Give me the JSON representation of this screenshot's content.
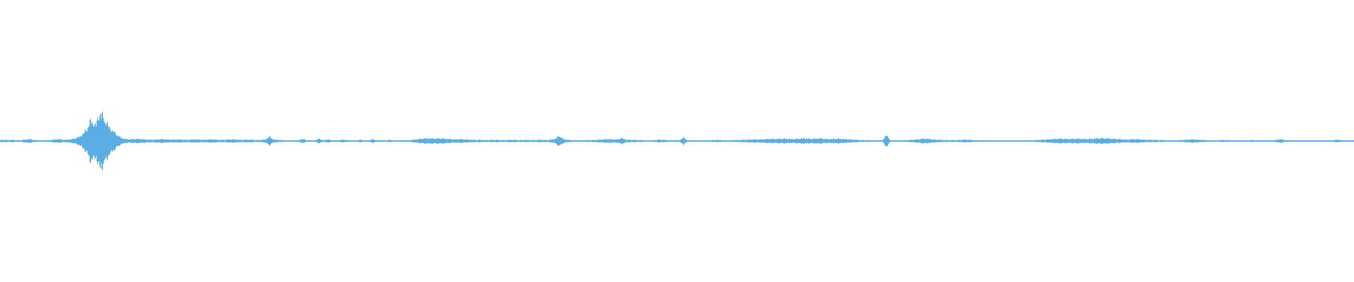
{
  "waveform": {
    "color": "#5aaee3",
    "background": "#ffffff",
    "envelope": [
      0.01,
      0.01,
      0.008,
      0.01,
      0.006,
      0.008,
      0.012,
      0.016,
      0.01,
      0.006,
      0.004,
      0.006,
      0.008,
      0.012,
      0.016,
      0.012,
      0.01,
      0.014,
      0.022,
      0.034,
      0.06,
      0.11,
      0.18,
      0.13,
      0.24,
      0.2,
      0.13,
      0.09,
      0.06,
      0.03,
      0.018,
      0.014,
      0.016,
      0.018,
      0.016,
      0.014,
      0.012,
      0.012,
      0.014,
      0.016,
      0.014,
      0.012,
      0.012,
      0.014,
      0.012,
      0.01,
      0.012,
      0.014,
      0.012,
      0.01,
      0.012,
      0.014,
      0.012,
      0.01,
      0.01,
      0.012,
      0.014,
      0.012,
      0.01,
      0.01,
      0.012,
      0.01,
      0.008,
      0.01,
      0.012,
      0.036,
      0.012,
      0.01,
      0.008,
      0.006,
      0.006,
      0.004,
      0.004,
      0.02,
      0.004,
      0.004,
      0.004,
      0.02,
      0.006,
      0.014,
      0.006,
      0.006,
      0.008,
      0.012,
      0.006,
      0.004,
      0.004,
      0.012,
      0.004,
      0.004,
      0.016,
      0.004,
      0.004,
      0.004,
      0.01,
      0.004,
      0.004,
      0.006,
      0.006,
      0.008,
      0.012,
      0.016,
      0.02,
      0.022,
      0.022,
      0.02,
      0.022,
      0.02,
      0.018,
      0.016,
      0.014,
      0.016,
      0.014,
      0.012,
      0.01,
      0.01,
      0.01,
      0.008,
      0.008,
      0.01,
      0.01,
      0.008,
      0.008,
      0.01,
      0.01,
      0.008,
      0.008,
      0.01,
      0.008,
      0.008,
      0.01,
      0.01,
      0.008,
      0.012,
      0.018,
      0.044,
      0.016,
      0.01,
      0.008,
      0.006,
      0.006,
      0.008,
      0.008,
      0.008,
      0.01,
      0.012,
      0.014,
      0.016,
      0.014,
      0.012,
      0.026,
      0.012,
      0.01,
      0.01,
      0.008,
      0.008,
      0.004,
      0.004,
      0.008,
      0.012,
      0.01,
      0.008,
      0.006,
      0.008,
      0.006,
      0.03,
      0.006,
      0.006,
      0.004,
      0.004,
      0.004,
      0.006,
      0.008,
      0.01,
      0.008,
      0.006,
      0.006,
      0.008,
      0.008,
      0.01,
      0.01,
      0.012,
      0.014,
      0.012,
      0.014,
      0.016,
      0.018,
      0.016,
      0.018,
      0.02,
      0.018,
      0.016,
      0.018,
      0.02,
      0.022,
      0.02,
      0.018,
      0.02,
      0.022,
      0.018,
      0.016,
      0.018,
      0.02,
      0.018,
      0.016,
      0.014,
      0.012,
      0.01,
      0.008,
      0.008,
      0.006,
      0.006,
      0.004,
      0.004,
      0.05,
      0.004,
      0.004,
      0.004,
      0.006,
      0.008,
      0.01,
      0.012,
      0.016,
      0.02,
      0.018,
      0.014,
      0.012,
      0.01,
      0.008,
      0.008,
      0.008,
      0.008,
      0.01,
      0.012,
      0.01,
      0.008,
      0.006,
      0.006,
      0.006,
      0.004,
      0.004,
      0.004,
      0.004,
      0.004,
      0.004,
      0.004,
      0.004,
      0.004,
      0.004,
      0.006,
      0.008,
      0.01,
      0.012,
      0.014,
      0.016,
      0.018,
      0.02,
      0.018,
      0.016,
      0.018,
      0.02,
      0.018,
      0.016,
      0.018,
      0.02,
      0.022,
      0.024,
      0.022,
      0.02,
      0.018,
      0.016,
      0.014,
      0.012,
      0.014,
      0.016,
      0.014,
      0.012,
      0.01,
      0.01,
      0.01,
      0.008,
      0.008,
      0.006,
      0.006,
      0.006,
      0.008,
      0.01,
      0.012,
      0.014,
      0.012,
      0.01,
      0.008,
      0.006,
      0.006,
      0.006,
      0.008,
      0.008,
      0.006,
      0.006,
      0.006,
      0.006,
      0.006,
      0.008,
      0.006,
      0.006,
      0.006,
      0.006,
      0.006,
      0.008,
      0.016,
      0.01,
      0.006,
      0.006,
      0.006,
      0.006,
      0.006,
      0.006,
      0.006,
      0.006,
      0.006,
      0.006,
      0.006,
      0.006,
      0.012,
      0.006,
      0.006,
      0.006
    ]
  }
}
